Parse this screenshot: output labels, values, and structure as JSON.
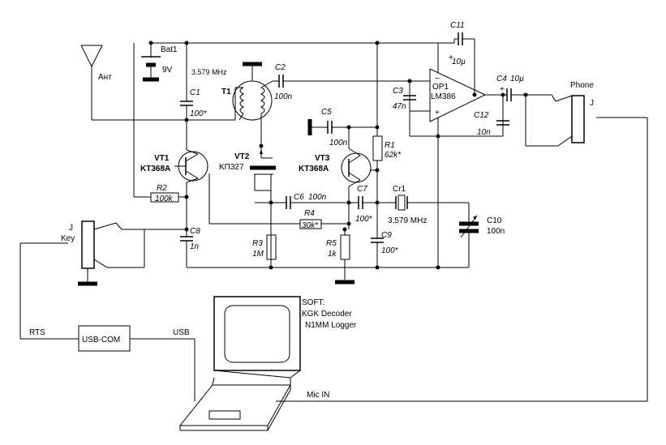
{
  "labels": {
    "antenna": "Ант",
    "bat": "Bat1",
    "bat_v": "9V",
    "freq_top": "3.579 MHz",
    "t1": "T1",
    "c1": "C1",
    "c1_val": "100*",
    "c2": "C2",
    "c2_val": "100n",
    "vt1": "VT1",
    "vt1_type": "KT368A",
    "vt2": "VT2",
    "vt2_type": "KП327",
    "vt3": "VT3",
    "vt3_type": "KT368A",
    "c5": "C5",
    "c5_val": "100n",
    "r1": "R1",
    "r1_val": "62k*",
    "c3": "C3",
    "c3_val": "47n",
    "op1": "OP1",
    "op1_type": "LM386",
    "op_minus": "−",
    "op_plus": "+",
    "c11": "C11",
    "c11_val": "10µ",
    "c11_plus": "+",
    "c4": "C4",
    "c4_val": "10µ",
    "c4_plus": "+",
    "c12": "C12",
    "c12_val": "10n",
    "phone": "Phone",
    "phone_j": "J",
    "r2": "R2",
    "r2_val": "100k",
    "c6": "C6",
    "c6_val": "100n",
    "c7": "C7",
    "c7_val": "100*",
    "cr1": "Cr1",
    "cr1_val": "3.579 MHz",
    "c10": "C10",
    "c10_val": "100n",
    "r4": "R4",
    "r4_val": "30k*",
    "c8": "C8",
    "c8_val": "1n",
    "r3": "R3",
    "r3_val": "1M",
    "r5": "R5",
    "r5_val": "1k",
    "c9": "C9",
    "c9_val": "100*",
    "key_j": "J",
    "key": "Key",
    "soft_title": "SOFT:",
    "soft_1": "KGK Decoder",
    "soft_2": "N1MM Logger",
    "rts": "RTS",
    "usbcom": "USB-COM",
    "usb": "USB",
    "mic": "Mic IN"
  }
}
